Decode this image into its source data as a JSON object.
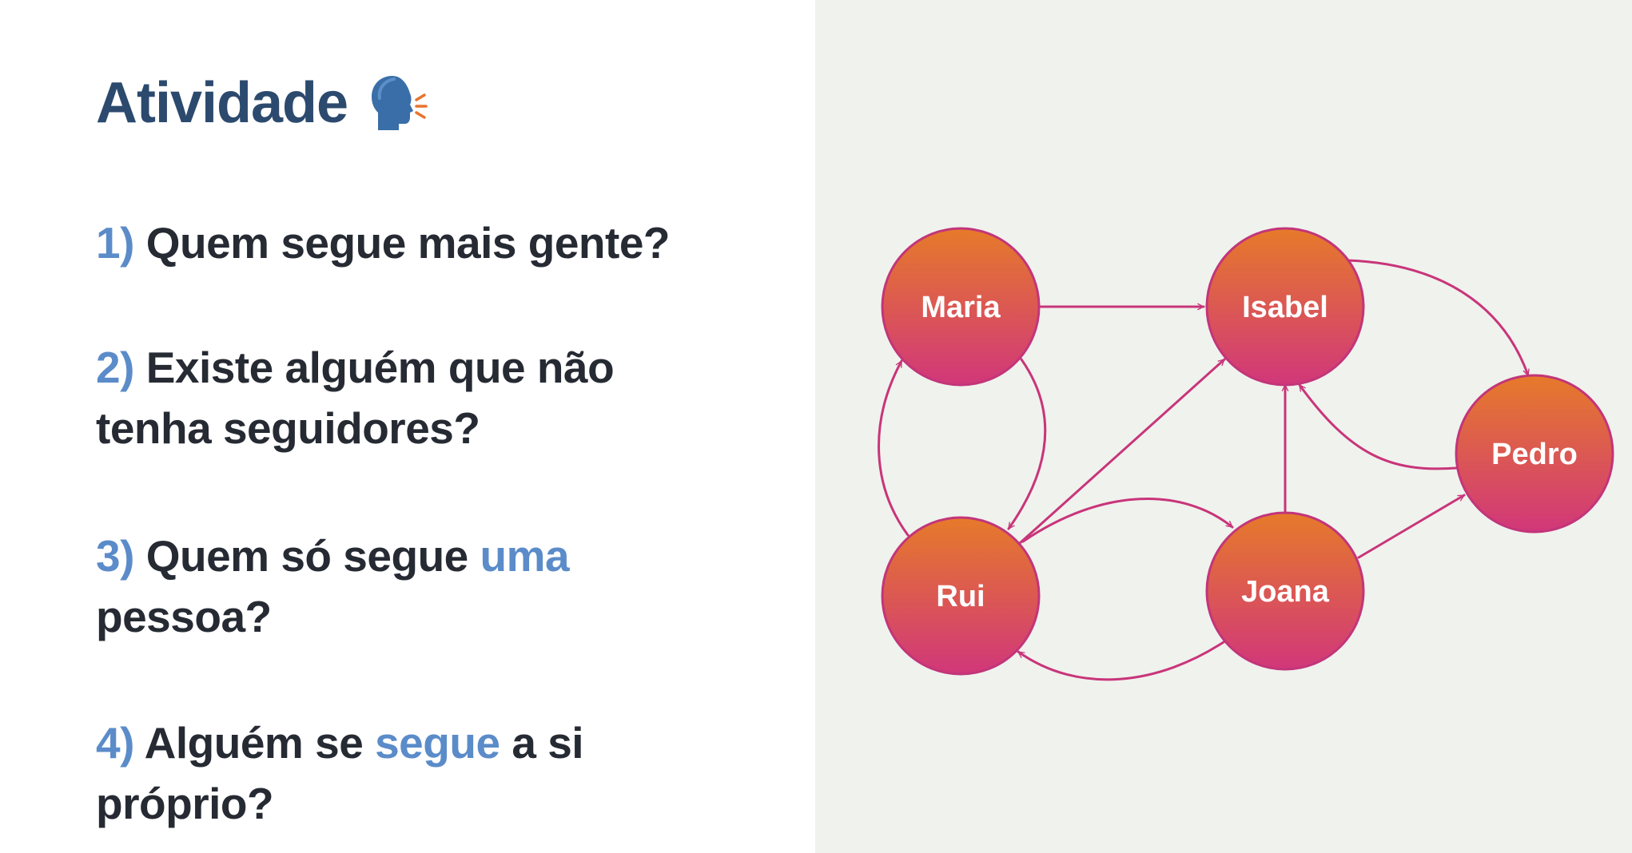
{
  "title": "Atividade",
  "title_icon": "speaking-head-icon",
  "questions": [
    {
      "num": "1)",
      "text": "Quem segue mais gente?"
    },
    {
      "num": "2)",
      "text": "Existe alguém que não",
      "text2": "tenha seguidores?"
    },
    {
      "num": "3)",
      "text_before": "Quem só segue ",
      "highlight": "uma",
      "text2": "pessoa?"
    },
    {
      "num": "4)",
      "text_before": "Alguém se ",
      "highlight": "segue",
      "text_after": " a si",
      "text2": "próprio?"
    }
  ],
  "colors": {
    "title": "#2c4a6e",
    "text": "#262a33",
    "accent": "#5b8cc9",
    "right_panel_bg": "#f0f2ed",
    "node_gradient_top": "#e67a2a",
    "node_gradient_bottom": "#d1377a",
    "node_stroke": "#c2357a",
    "edge": "#c8357a"
  },
  "graph": {
    "nodes": [
      {
        "id": "maria",
        "label": "Maria"
      },
      {
        "id": "isabel",
        "label": "Isabel"
      },
      {
        "id": "pedro",
        "label": "Pedro"
      },
      {
        "id": "rui",
        "label": "Rui"
      },
      {
        "id": "joana",
        "label": "Joana"
      }
    ],
    "edges": [
      {
        "from": "maria",
        "to": "isabel"
      },
      {
        "from": "maria",
        "to": "rui"
      },
      {
        "from": "rui",
        "to": "maria"
      },
      {
        "from": "rui",
        "to": "isabel"
      },
      {
        "from": "rui",
        "to": "joana"
      },
      {
        "from": "joana",
        "to": "rui"
      },
      {
        "from": "joana",
        "to": "isabel"
      },
      {
        "from": "joana",
        "to": "pedro"
      },
      {
        "from": "isabel",
        "to": "pedro"
      },
      {
        "from": "pedro",
        "to": "isabel"
      }
    ]
  }
}
